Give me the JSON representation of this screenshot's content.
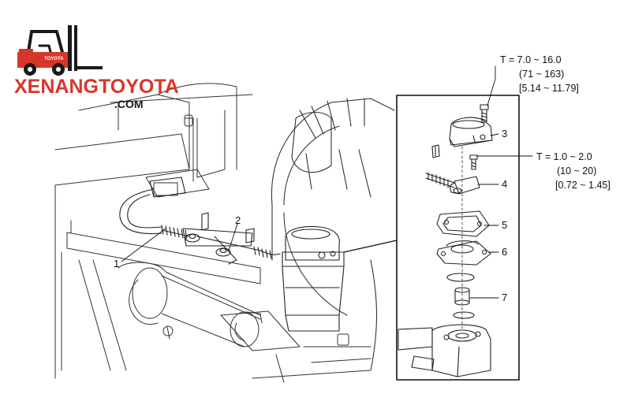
{
  "logo": {
    "brand": "XENANGTOYOTA",
    "domain": ".COM",
    "forklift_badge": "TOYOTA",
    "brand_color": "#d7372a"
  },
  "torque_upper": {
    "line1": "T = 7.0 ~ 16.0",
    "line2": "(71 ~ 163)",
    "line3": "[5.14 ~ 11.79]"
  },
  "torque_lower": {
    "line1": "T = 1.0 ~ 2.0",
    "line2": "(10 ~ 20)",
    "line3": "[0.72 ~ 1.45]"
  },
  "callouts": {
    "c1": "1",
    "c2": "2",
    "c3": "3",
    "c4": "4",
    "c5": "5",
    "c6": "6",
    "c7": "7"
  }
}
